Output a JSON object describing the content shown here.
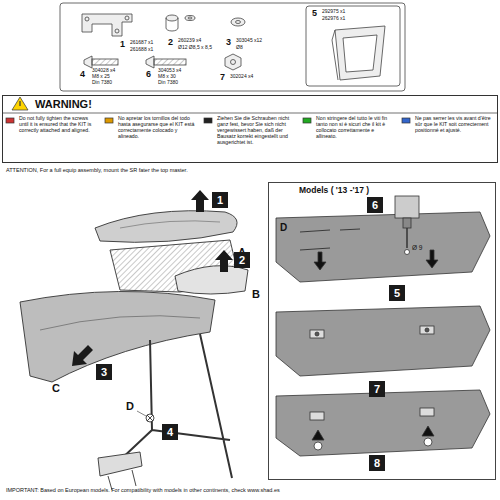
{
  "diagram": {
    "nodes": [
      {
        "text": [
          "WARNING!",
          "Do not fully tighten the screws until it is ensured that the KIT is correctly attached and aligned.",
          "No apretar los tornillos del todo hasta asegurarse que el KIT está correctamente colocado y alineado.",
          "Ziehen Sie die Schrauben nicht ganz fest, bevor Sie sich nicht vergewissert haben, daß der Bausatz korrekt eingestellt und ausgerichtet ist.",
          "Non stringere del tutto le viti fin tanto non si è sicuri che il kit è collocato correttamente e allineato.",
          "Ne pas serrer les vis avant d'être sûr que le KIT soit correctement positionné et ajusté."
        ]
      },
      {
        "text": [
          "1"
        ]
      },
      {
        "text": [
          "2"
        ]
      },
      {
        "text": [
          "3"
        ]
      },
      {
        "text": [
          "4"
        ]
      },
      {
        "text": [
          "Models ( '13 -'17 )"
        ]
      },
      {
        "text": [
          "6"
        ],
        "in": 5
      },
      {
        "text": [
          "5"
        ],
        "in": 5
      },
      {
        "text": [
          "7"
        ],
        "in": 5
      },
      {
        "text": [
          "8"
        ],
        "in": 5
      }
    ],
    "labels": [
      "1",
      "261687 x1",
      "261688 x1",
      "2",
      "260239 x4",
      "Ø12 Ø8,5 x 8,5",
      "3",
      "303045 x12",
      "Ø8",
      "5",
      "292975 x1",
      "262976 x1",
      "4",
      "304028 x4",
      "M8 x 25",
      "Din 7380",
      "6",
      "304053 x4",
      "M8 x 30",
      "Din 7380",
      "7",
      "302024 x4",
      "ATTENTION, For a full equip assembly, mount the SR fater the top master.",
      "A",
      "B",
      "C",
      "D",
      "D",
      "Ø 9",
      "IMPORTANT: Based on European models. For compatibility with models in other continents, check www.shad.es"
    ]
  }
}
